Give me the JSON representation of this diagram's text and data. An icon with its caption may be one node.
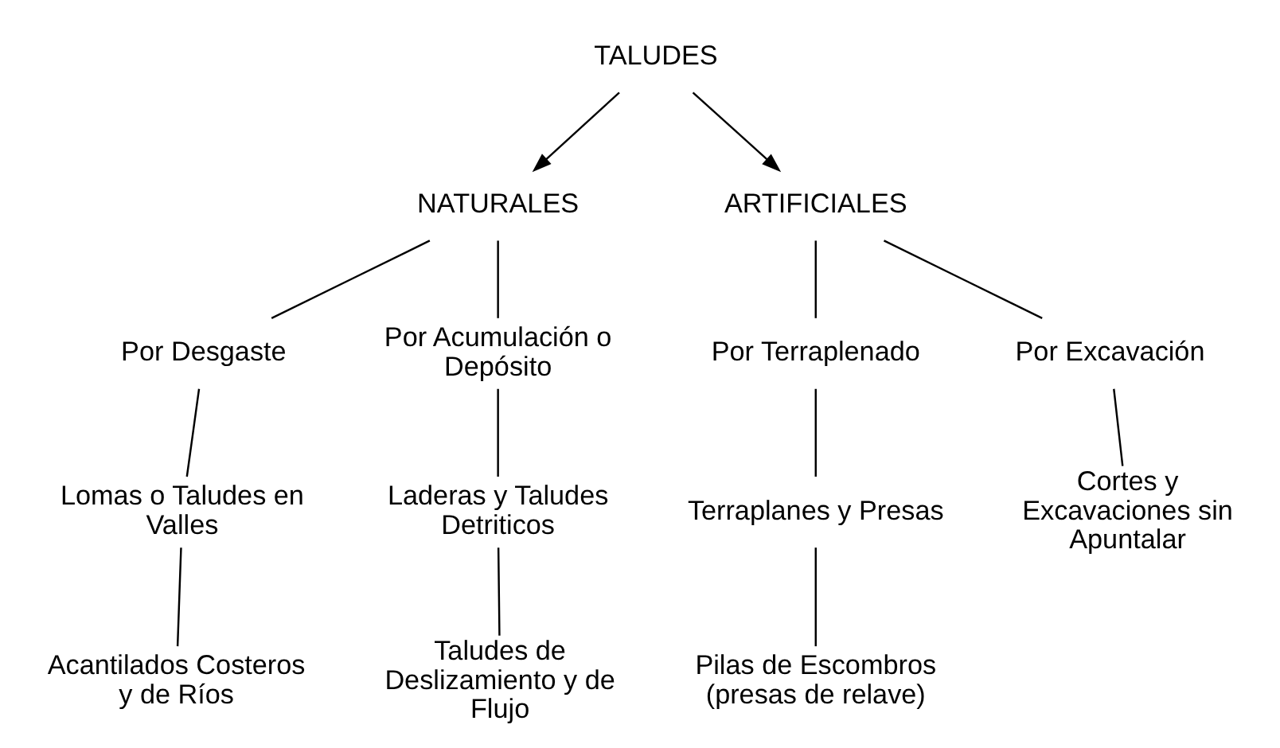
{
  "diagram": {
    "nodes": [
      {
        "text": [
          "TALUDES"
        ]
      },
      {
        "text": [
          "NATURALES"
        ]
      },
      {
        "text": [
          "ARTIFICIALES"
        ]
      },
      {
        "text": [
          "Por Desgaste"
        ]
      },
      {
        "text": [
          "Por Acumulación o Depósito"
        ]
      },
      {
        "text": [
          "Por Terraplenado"
        ]
      },
      {
        "text": [
          "Por Excavación"
        ]
      },
      {
        "text": [
          "Lomas o Taludes en Valles"
        ]
      },
      {
        "text": [
          "Laderas y Taludes Detriticos"
        ]
      },
      {
        "text": [
          "Terraplanes y Presas"
        ]
      },
      {
        "text": [
          "Cortes y Excavaciones sin Apuntalar"
        ]
      },
      {
        "text": [
          "Acantilados Costeros y de Ríos"
        ]
      },
      {
        "text": [
          "Taludes de Deslizamiento y de Flujo"
        ]
      },
      {
        "text": [
          "Pilas de Escombros (presas de relave)"
        ]
      }
    ],
    "edges": [
      {
        "from": 0,
        "to": 1,
        "arrow": "to"
      },
      {
        "from": 0,
        "to": 2,
        "arrow": "to"
      },
      {
        "from": 1,
        "to": 3,
        "arrow": "none"
      },
      {
        "from": 1,
        "to": 4,
        "arrow": "none"
      },
      {
        "from": 2,
        "to": 5,
        "arrow": "none"
      },
      {
        "from": 2,
        "to": 6,
        "arrow": "none"
      },
      {
        "from": 3,
        "to": 7,
        "arrow": "none"
      },
      {
        "from": 4,
        "to": 8,
        "arrow": "none"
      },
      {
        "from": 5,
        "to": 9,
        "arrow": "none"
      },
      {
        "from": 6,
        "to": 10,
        "arrow": "none"
      },
      {
        "from": 7,
        "to": 11,
        "arrow": "none"
      },
      {
        "from": 8,
        "to": 12,
        "arrow": "none"
      },
      {
        "from": 9,
        "to": 13,
        "arrow": "none"
      }
    ]
  }
}
